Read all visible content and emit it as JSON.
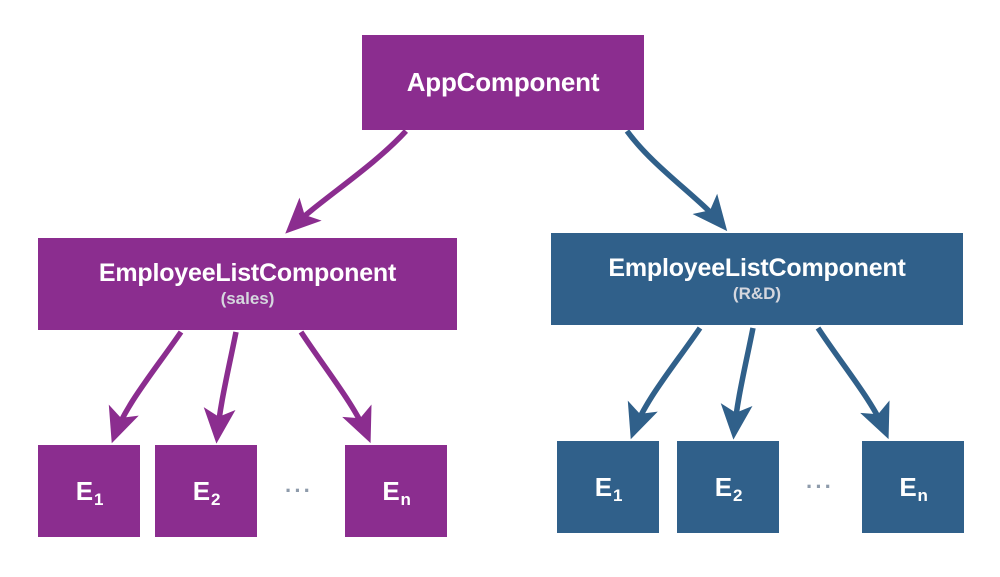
{
  "diagram": {
    "title": "Angular component tree with two EmployeeListComponent branches",
    "colors": {
      "purple": "#8B2D8F",
      "blue": "#30608A",
      "background": "#FFFFFF",
      "subtitle_text": "#D5D7DE",
      "node_text": "#FFFFFF",
      "ellipsis_text": "#8E9BAB"
    },
    "root": {
      "label": "AppComponent"
    },
    "branches": [
      {
        "key": "sales",
        "color_name": "purple",
        "parent": {
          "label": "EmployeeListComponent",
          "subtitle": "(sales)"
        },
        "ellipsis": "···",
        "children": [
          {
            "label": "E",
            "index": "1"
          },
          {
            "label": "E",
            "index": "2"
          },
          {
            "label": "E",
            "index": "n"
          }
        ]
      },
      {
        "key": "rnd",
        "color_name": "blue",
        "parent": {
          "label": "EmployeeListComponent",
          "subtitle": "(R&D)"
        },
        "ellipsis": "···",
        "children": [
          {
            "label": "E",
            "index": "1"
          },
          {
            "label": "E",
            "index": "2"
          },
          {
            "label": "E",
            "index": "n"
          }
        ]
      }
    ],
    "edges": [
      {
        "name": "root-to-sales",
        "from": "AppComponent",
        "to": "EmployeeListComponent (sales)",
        "color_name": "purple"
      },
      {
        "name": "root-to-rnd",
        "from": "AppComponent",
        "to": "EmployeeListComponent (R&D)",
        "color_name": "blue"
      },
      {
        "name": "sales-to-e1",
        "from": "EmployeeListComponent (sales)",
        "to": "E1",
        "color_name": "purple"
      },
      {
        "name": "sales-to-e2",
        "from": "EmployeeListComponent (sales)",
        "to": "E2",
        "color_name": "purple"
      },
      {
        "name": "sales-to-en",
        "from": "EmployeeListComponent (sales)",
        "to": "En",
        "color_name": "purple"
      },
      {
        "name": "rnd-to-e1",
        "from": "EmployeeListComponent (R&D)",
        "to": "E1",
        "color_name": "blue"
      },
      {
        "name": "rnd-to-e2",
        "from": "EmployeeListComponent (R&D)",
        "to": "E2",
        "color_name": "blue"
      },
      {
        "name": "rnd-to-en",
        "from": "EmployeeListComponent (R&D)",
        "to": "En",
        "color_name": "blue"
      }
    ]
  }
}
